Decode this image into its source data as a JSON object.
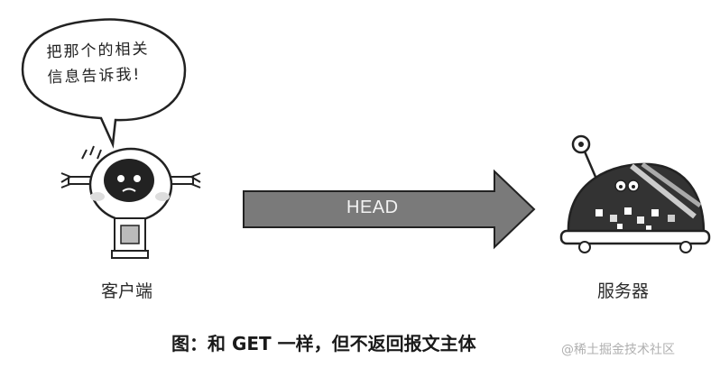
{
  "speech_bubble": {
    "line1": "把那个的相关",
    "line2": "信息告诉我!"
  },
  "client": {
    "label": "客户端"
  },
  "server": {
    "label": "服务器"
  },
  "arrow": {
    "label": "HEAD",
    "color": "#7a7a7a"
  },
  "caption": "图：和 GET 一样，但不返回报文主体",
  "watermark": "@稀土掘金技术社区"
}
